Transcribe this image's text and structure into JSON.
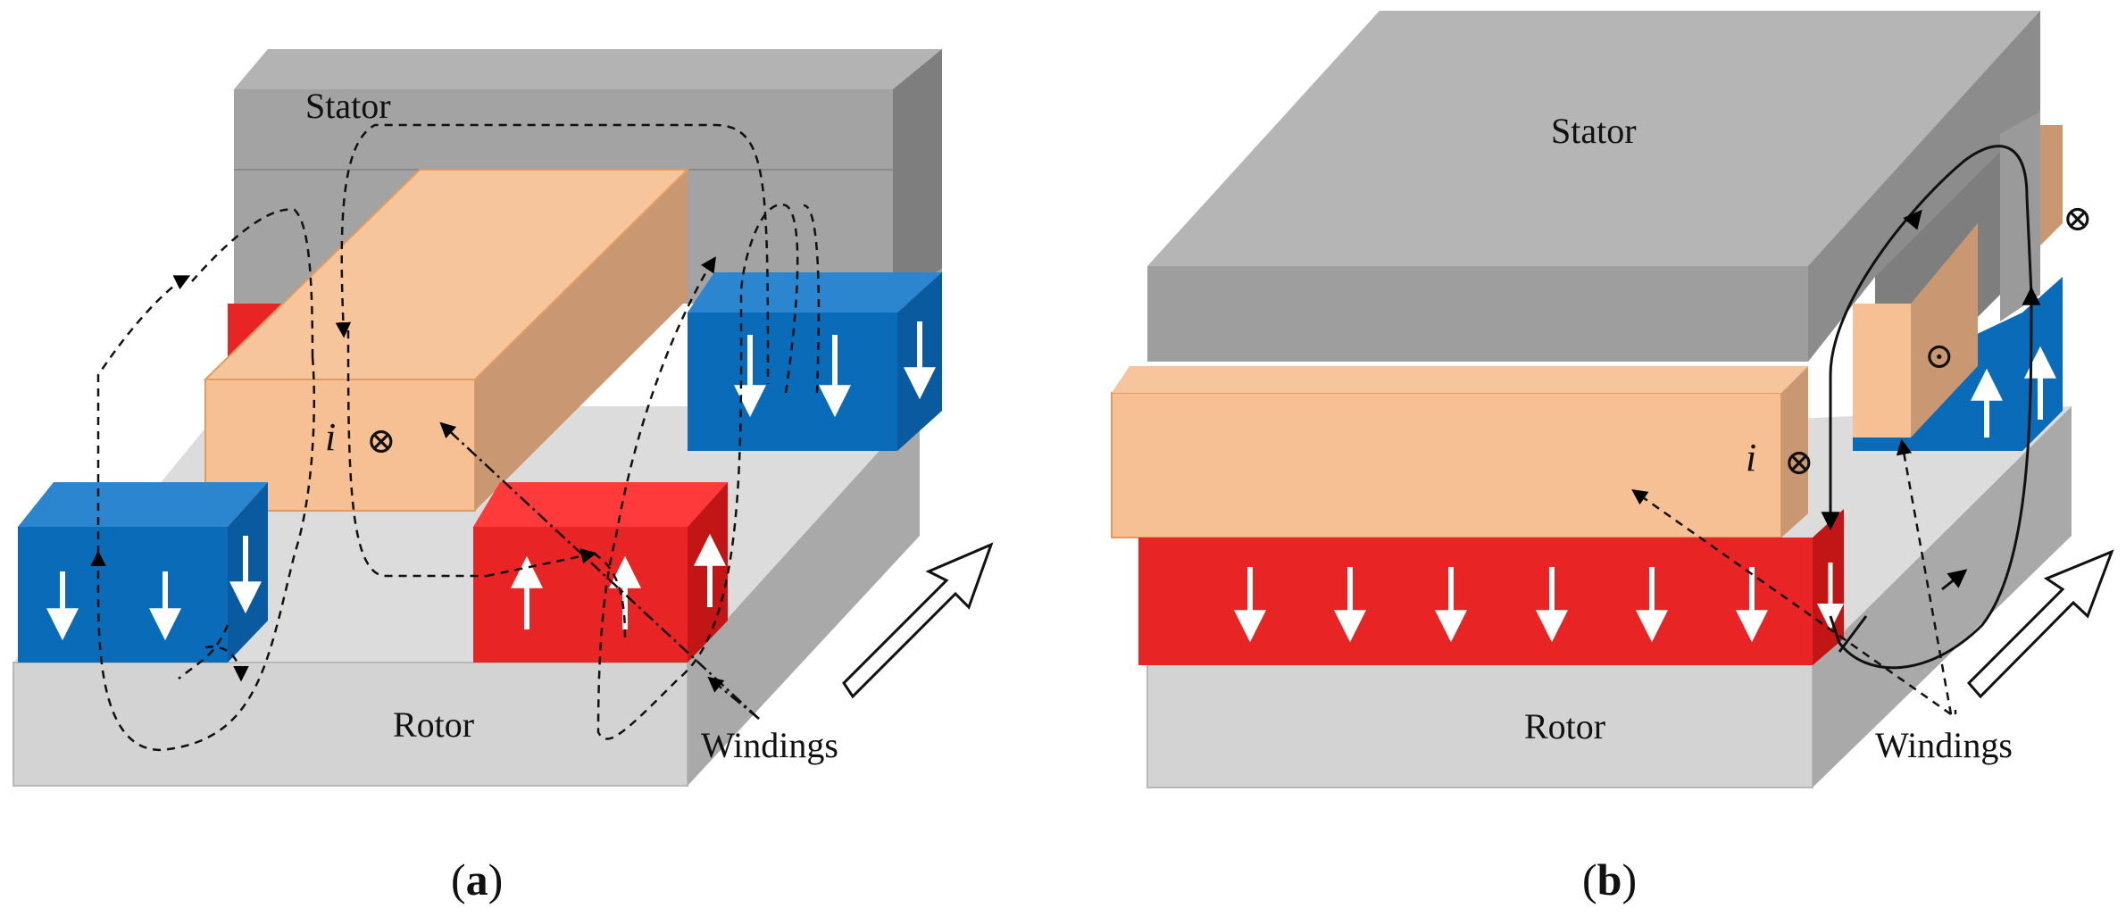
{
  "panels": [
    {
      "id": "a",
      "caption_open": "(",
      "caption_letter": "a",
      "caption_close": ")",
      "labels": {
        "stator": "Stator",
        "rotor": "Rotor",
        "windings": "Windings",
        "current": "i"
      },
      "symbols": {
        "into_page": "⊗"
      },
      "colors": {
        "magnet_down": "#1b72c0",
        "magnet_up": "#f02a2a",
        "winding": "#f7bf94",
        "stator": "#a6a6a6",
        "rotor": "#d6d6d6"
      }
    },
    {
      "id": "b",
      "caption_open": "(",
      "caption_letter": "b",
      "caption_close": ")",
      "labels": {
        "stator": "Stator",
        "rotor": "Rotor",
        "windings": "Windings",
        "current": "i"
      },
      "symbols": {
        "into_page": "⊗",
        "out_of_page": "⊙"
      },
      "colors": {
        "magnet_down": "#f02a2a",
        "magnet_up": "#1b72c0",
        "winding": "#f7bf94",
        "stator": "#a6a6a6",
        "rotor": "#d6d6d6"
      }
    }
  ]
}
